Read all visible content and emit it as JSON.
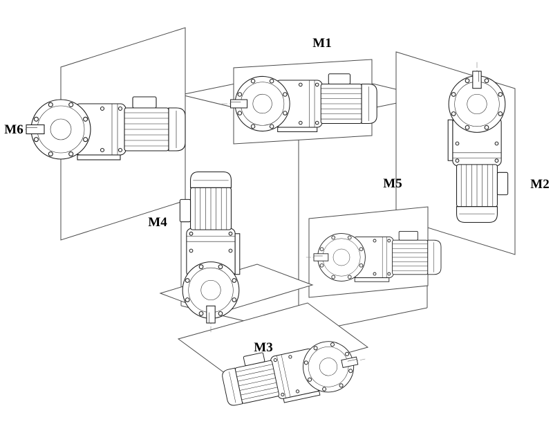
{
  "figure": {
    "positions": [
      {
        "id": "m1",
        "label": "M1"
      },
      {
        "id": "m2",
        "label": "M2"
      },
      {
        "id": "m3",
        "label": "M3"
      },
      {
        "id": "m4",
        "label": "M4"
      },
      {
        "id": "m5",
        "label": "M5"
      },
      {
        "id": "m6",
        "label": "M6"
      }
    ],
    "colors": {
      "line": "#1c1c1c",
      "construction_line": "#4a4a4a",
      "background": "#ffffff"
    }
  }
}
